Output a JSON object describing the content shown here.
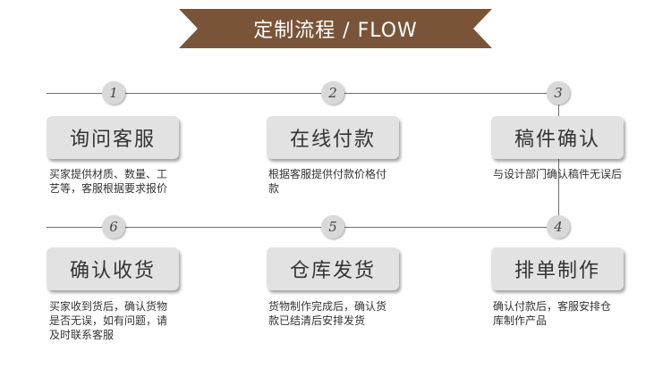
{
  "banner": {
    "title": "定制流程 / FLOW"
  },
  "steps": [
    {
      "num": "1",
      "label": "询问客服",
      "desc": "买家提供材质、数量、工艺等，客服根据要求报价"
    },
    {
      "num": "2",
      "label": "在线付款",
      "desc": "根据客服提供付款价格付款"
    },
    {
      "num": "3",
      "label": "稿件确认",
      "desc": "与设计部门确认稿件无误后"
    },
    {
      "num": "4",
      "label": "排单制作",
      "desc": "确认付款后，客服安排仓库制作产品"
    },
    {
      "num": "5",
      "label": "仓库发货",
      "desc": "货物制作完成后，确认货款已结清后安排发货"
    },
    {
      "num": "6",
      "label": "确认收货",
      "desc": "买家收到货后，确认货物是否无误，如有问题，请及时联系客服"
    }
  ],
  "colors": {
    "banner": "#7a5438",
    "box": "#e2e2e2",
    "line": "#6f6f6f"
  }
}
